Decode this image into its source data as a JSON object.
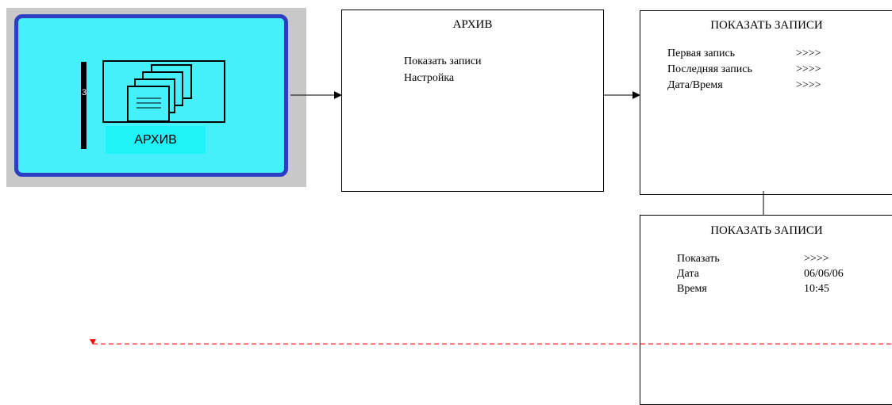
{
  "device_screen": {
    "number": "3",
    "label": "АРХИВ",
    "icon": "archive-icon",
    "colors": {
      "frame": "#c8c8c8",
      "screen": "#45f0fb",
      "border": "#2d3ec2",
      "label_bg": "#1ff3f7"
    }
  },
  "archive_menu": {
    "title": "АРХИВ",
    "items": [
      "Показать записи",
      "Настройка"
    ]
  },
  "show_records_1": {
    "title": "ПОКАЗАТЬ ЗАПИСИ",
    "rows": [
      {
        "label": "Первая запись",
        "value": ">>>>"
      },
      {
        "label": "Последняя запись",
        "value": ">>>>"
      },
      {
        "label": "Дата/Время",
        "value": ">>>>"
      }
    ]
  },
  "show_records_2": {
    "title": "ПОКАЗАТЬ ЗАПИСИ",
    "rows": [
      {
        "label": "Показать",
        "value": ">>>>"
      },
      {
        "label": "Дата",
        "value": "06/06/06"
      },
      {
        "label": "Время",
        "value": "10:45"
      }
    ]
  },
  "connector_colors": {
    "solid": "#000000",
    "dashed": "#ff0000"
  }
}
